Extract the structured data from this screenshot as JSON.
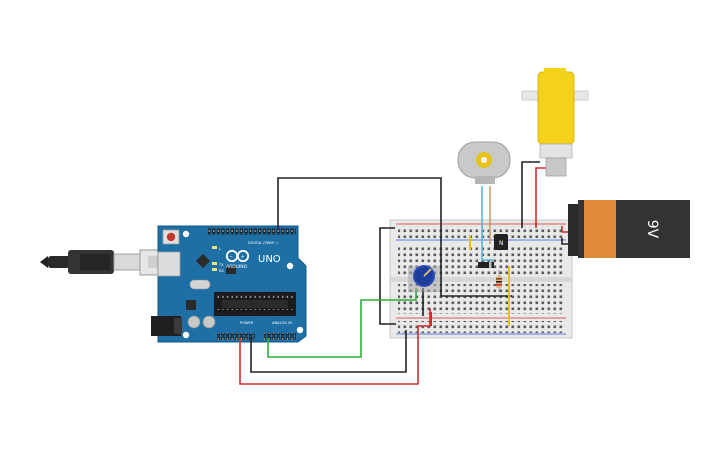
{
  "arduino": {
    "logo_text": "ARDUINO",
    "model_label": "UNO",
    "digital_header_label": "DIGITAL (PWM~)",
    "power_header_label": "POWER",
    "analog_header_label": "ANALOG IN",
    "tx_label": "TX",
    "rx_label": "RX",
    "board_color": "#1d6fa5"
  },
  "battery": {
    "label": "9V",
    "body_color": "#333333",
    "accent_color": "#e08a3a"
  },
  "transistor": {
    "label": "N"
  },
  "gear_motor": {
    "color": "#f4d21a"
  },
  "dc_motor": {
    "color": "#c9c9c9"
  },
  "wire_colors": {
    "black": "#222222",
    "red": "#d62b2b",
    "green": "#2eae38",
    "blue": "#58b6d8",
    "yellow": "#e6c21b"
  }
}
